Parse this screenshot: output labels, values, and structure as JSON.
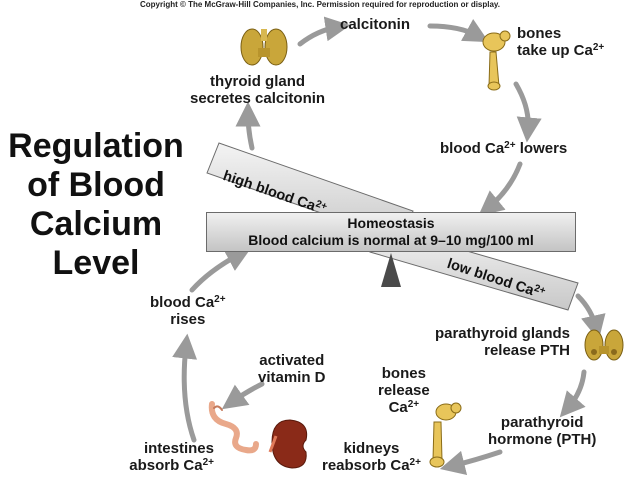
{
  "copyright": "Copyright © The McGraw-Hill Companies, Inc. Permission required for reproduction or display.",
  "title": [
    "Regulation",
    "of Blood",
    "Calcium",
    "Level"
  ],
  "homeostasis": {
    "line1": "Homeostasis",
    "line2": "Blood calcium is normal at 9–10 mg/100 ml"
  },
  "high_bar": {
    "text": "high blood Ca",
    "sup": "2+"
  },
  "low_bar": {
    "text": "low blood Ca",
    "sup": "2+"
  },
  "labels": {
    "calcitonin": "calcitonin",
    "thyroid_line1": "thyroid gland",
    "thyroid_line2": "secretes calcitonin",
    "bones_take_line1": "bones",
    "bones_take_line2": "take up Ca",
    "blood_lowers_pre": "blood Ca",
    "blood_lowers_post": " lowers",
    "blood_rises_line1": "blood Ca",
    "blood_rises_line2": "rises",
    "parathyroid_line1": "parathyroid glands",
    "parathyroid_line2": "release PTH",
    "pth_line1": "parathyroid",
    "pth_line2": "hormone (PTH)",
    "bones_release_line1": "bones",
    "bones_release_line2": "release",
    "bones_release_line3": "Ca",
    "vitamin_line1": "activated",
    "vitamin_line2": "vitamin D",
    "intestines_line1": "intestines",
    "intestines_line2": "absorb Ca",
    "kidneys_line1": "kidneys",
    "kidneys_line2": "reabsorb Ca",
    "ion_sup": "2+"
  },
  "colors": {
    "gland": "#c9a63a",
    "bone": "#e8c55a",
    "intestine": "#e9a88a",
    "kidney": "#8a2a18",
    "arrow": "#9a9a9a"
  }
}
